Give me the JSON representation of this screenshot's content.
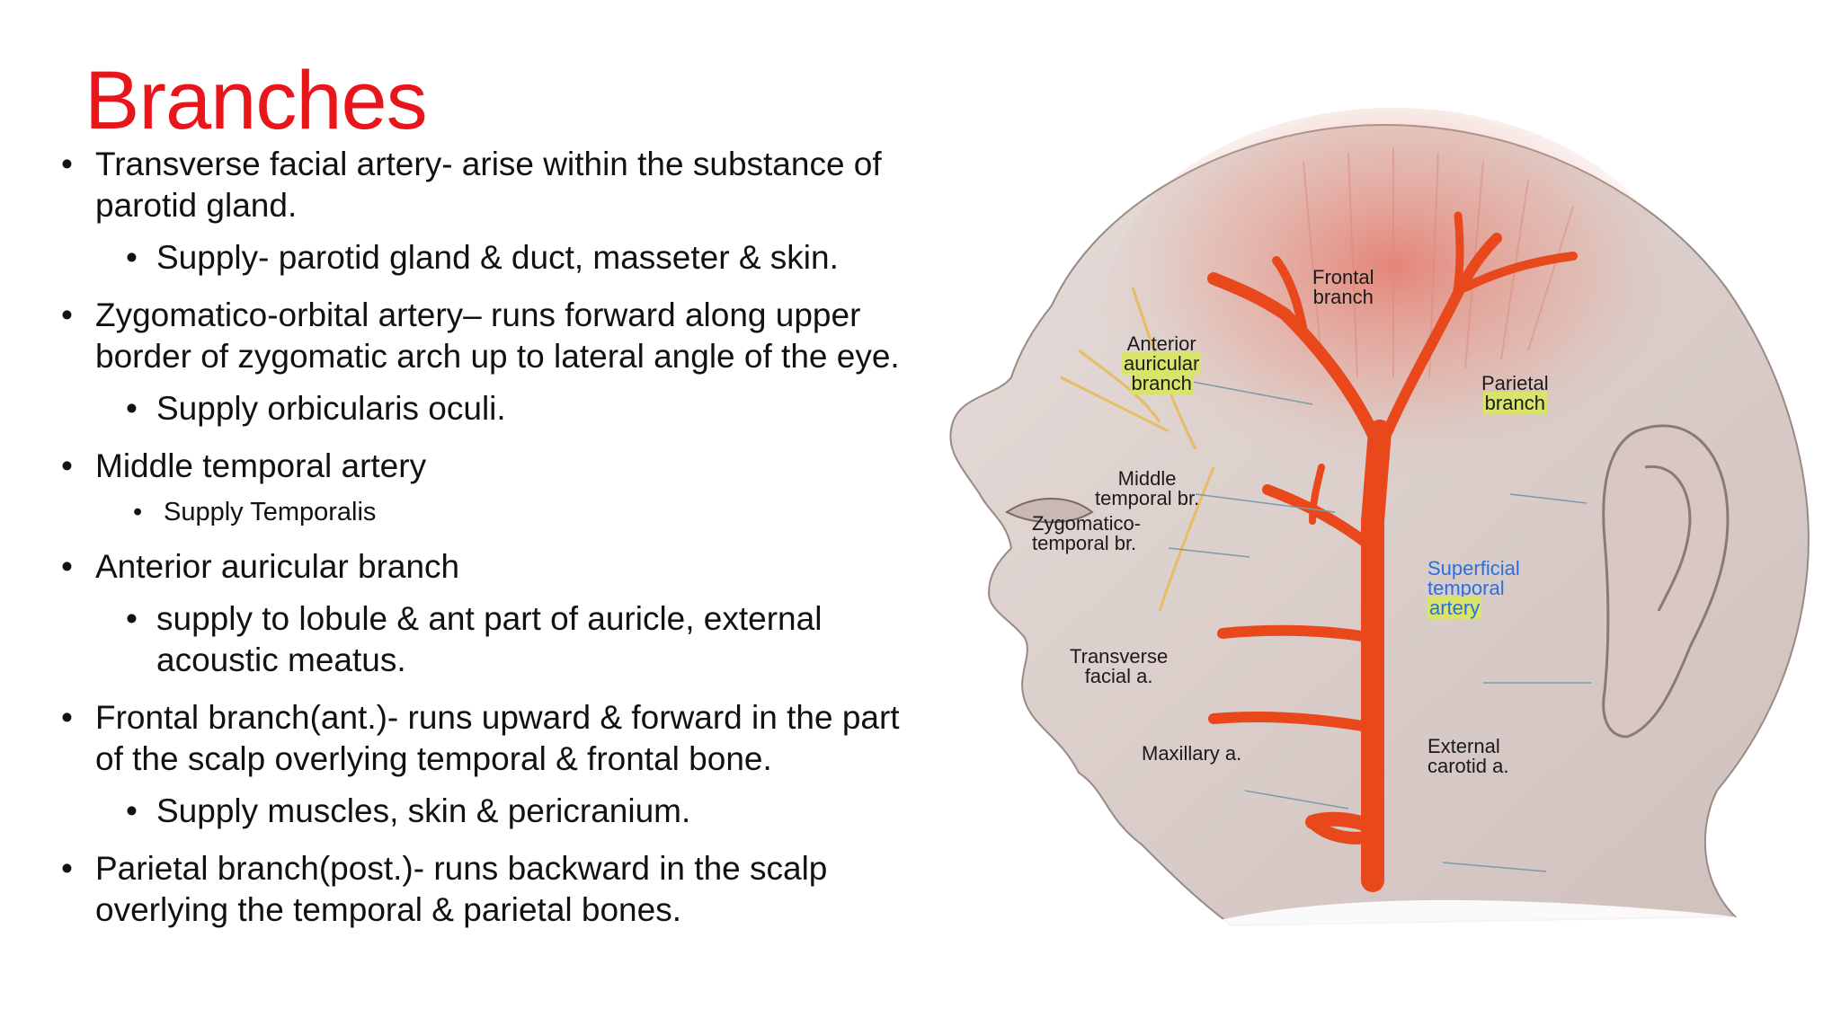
{
  "slide": {
    "title": "Branches",
    "bullets": [
      {
        "text": "Transverse facial artery- arise within the substance of parotid gland.",
        "sub": [
          {
            "text": "Supply- parotid gland & duct, masseter & skin."
          }
        ]
      },
      {
        "text": "Zygomatico-orbital artery– runs forward along upper border of zygomatic arch up to lateral angle of the eye.",
        "sub": [
          {
            "text": "Supply orbicularis oculi."
          }
        ]
      },
      {
        "text": "Middle temporal artery",
        "sub": [
          {
            "text": "Supply Temporalis"
          }
        ]
      },
      {
        "text": "Anterior auricular branch",
        "sub": [
          {
            "text": "supply to lobule & ant part of auricle, external acoustic meatus."
          }
        ]
      },
      {
        "text": "Frontal branch(ant.)- runs upward & forward in the part of the scalp overlying temporal & frontal bone.",
        "sub": [
          {
            "text": "Supply muscles, skin & pericranium."
          }
        ]
      },
      {
        "text": "Parietal branch(post.)- runs backward in the scalp overlying the temporal & parietal bones.",
        "sub": []
      }
    ],
    "bullet_char": "•"
  },
  "figure": {
    "labels": {
      "frontal_line1": "Frontal",
      "frontal_line2": "branch",
      "anterior_line1": "Anterior",
      "anterior_line2": "auricular",
      "anterior_line3": "branch",
      "parietal_line1": "Parietal",
      "parietal_line2": "branch",
      "middle_line1": "Middle",
      "middle_line2": "temporal br.",
      "zygomatico_line1": "Zygomatico-",
      "zygomatico_line2": "temporal br.",
      "superficial_line1": "Superficial",
      "superficial_line2": "temporal",
      "superficial_line3": "artery",
      "transverse_line1": "Transverse",
      "transverse_line2": "facial a.",
      "maxillary": "Maxillary a.",
      "external_line1": "External",
      "external_line2": "carotid a."
    },
    "colors": {
      "title_red": "#e8161b",
      "artery": "#e8481c",
      "skin": "#ddd0cc",
      "label_highlight": "#d9e46a",
      "label_blue": "#2a6fe0"
    }
  }
}
